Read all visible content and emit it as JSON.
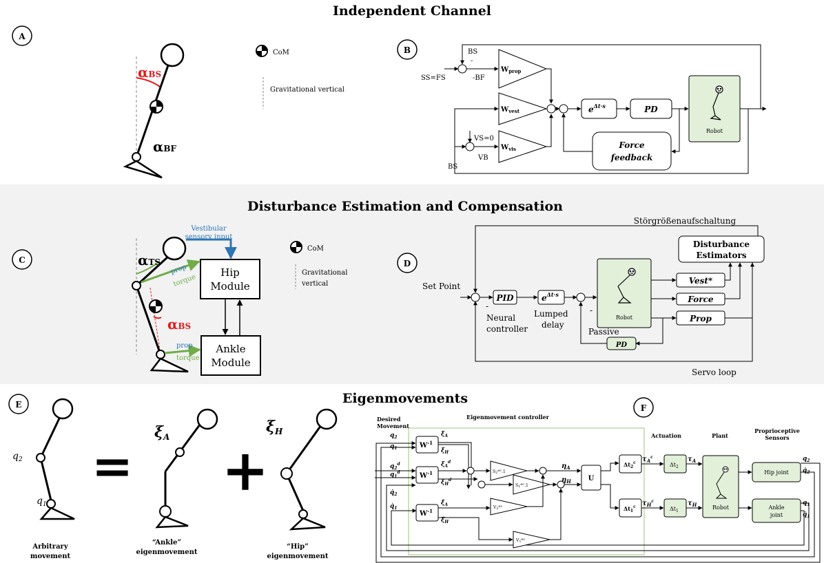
{
  "sections": {
    "top_title": "Independent Channel",
    "mid_title": "Disturbance Estimation and Compensation",
    "bottom_title": "Eigenmovements"
  },
  "panels": {
    "a": "A",
    "b": "B",
    "c": "C",
    "d": "D",
    "e": "E",
    "f": "F"
  },
  "panel_a": {
    "alpha_bs": "α",
    "alpha_bs_sub": "BS",
    "alpha_bf": "α",
    "alpha_bf_sub": "BF",
    "com": "CoM",
    "gravitational_vertical": "Gravitational vertical"
  },
  "panel_b": {
    "bs_top": "BS",
    "minus1": "-",
    "ss_fs": "SS=FS",
    "minus_bf": "-BF",
    "w_prop": "W",
    "w_prop_sub": "prop",
    "w_vest": "W",
    "w_vest_sub": "vest",
    "w_vis": "W",
    "w_vis_sub": "vis",
    "vs": "VS=0",
    "vb": "VB",
    "bs_bottom": "BS",
    "delay": "e",
    "delay_sup": "Δt·s",
    "pd": "PD",
    "force_l1": "Force",
    "force_l2": "feedback",
    "robot": "Robot"
  },
  "panel_c": {
    "alpha_ts": "α",
    "alpha_ts_sub": "TS",
    "alpha_bs": "α",
    "alpha_bs_sub": "BS",
    "vestibular_l1": "Vestibular",
    "vestibular_l2": "sensory input",
    "hip_l1": "Hip",
    "hip_l2": "Module",
    "ankle_l1": "Ankle",
    "ankle_l2": "Module",
    "prop": "prop",
    "torque": "torque",
    "com": "CoM",
    "grav_l1": "Gravitational",
    "grav_l2": "vertical"
  },
  "panel_d": {
    "stoergroesse": "Störgrößenaufschaltung",
    "dist_l1": "Disturbance",
    "dist_l2": "Estimators",
    "set_point": "Set Point",
    "pid": "PID",
    "neural_l1": "Neural",
    "neural_l2": "controller",
    "delay": "e",
    "delay_sup": "Δt·s",
    "lumped_l1": "Lumped",
    "lumped_l2": "delay",
    "minus": "-",
    "robot": "Robot",
    "vest": "Vest*",
    "force": "Force",
    "prop": "Prop",
    "passive": "Passive",
    "pd": "PD",
    "servo": "Servo loop"
  },
  "panel_e": {
    "q2": "q",
    "q2_sub": "2",
    "q1": "q",
    "q1_sub": "1",
    "equals": "=",
    "plus": "+",
    "xi_a": "ξ",
    "xi_a_sub": "A",
    "xi_h": "ξ",
    "xi_h_sub": "H",
    "cap1_l1": "Arbitrary",
    "cap1_l2": "movement",
    "cap2_l1": "“Ankle”",
    "cap2_l2": "eigenmovement",
    "cap3_l1": "“Hip”",
    "cap3_l2": "eigenmovement"
  },
  "panel_f": {
    "desired_l1": "Desired",
    "desired_l2": "Movement",
    "controller": "Eigenmovement controller",
    "actuation": "Actuation",
    "plant": "Plant",
    "proprio_l1": "Proprioceptive",
    "proprio_l2": "Sensors",
    "winv": "W",
    "winv_sup": "-1",
    "u": "U",
    "robot": "Robot",
    "hip_joint": "Hip joint",
    "ankle_l1": "Ankle",
    "ankle_l2": "joint",
    "dt2": "Δt",
    "dt2_sub": "2",
    "dt1": "Δt",
    "dt1_sub": "1",
    "dt2c": "Δt",
    "dt2c_sub": "2",
    "dt2c_sup": "c",
    "dt1c": "Δt",
    "dt1c_sub": "1",
    "dt1c_sup": "c",
    "eta_a": "η",
    "eta_a_sub": "A",
    "eta_h": "η",
    "eta_h_sub": "H",
    "tau_a": "τ",
    "tau_a_sub": "A",
    "tau_h": "τ",
    "tau_h_sub": "H",
    "tau_ac": "τ",
    "tau_ac_sub": "A",
    "tau_ac_sup": "c",
    "tau_hc": "τ",
    "tau_hc_sub": "H",
    "tau_hc_sup": "c",
    "s2": "S",
    "s2_sub": "2",
    "s2_sup": "ec",
    "s2_end": ".1",
    "s1": "S",
    "s1_sub": "1",
    "s1_sup": "ec",
    "s1_end": ".1",
    "v2": "V",
    "v2_sub": "2",
    "v2_sup": "ec",
    "v1": "V",
    "v1_sub": "1",
    "v1_sup": "ec",
    "q2": "q",
    "q2_sub": "2",
    "q1": "q",
    "q1_sub": "1",
    "q2d": "q",
    "q2d_sub": "2",
    "q2d_sup": "d",
    "q1d": "q",
    "q1d_sub": "1",
    "q1d_sup": "d",
    "q2dot": "q̇",
    "q2dot_sub": "2",
    "q1dot": "q̇",
    "q1dot_sub": "1",
    "xi_a": "ξ",
    "xi_a_sub": "A",
    "xi_h": "ξ",
    "xi_h_sub": "H",
    "xi_ad": "ξ",
    "xi_ad_sub": "A",
    "xi_ad_sup": "d",
    "xi_hd": "ξ",
    "xi_hd_sub": "H",
    "xi_hd_sup": "d",
    "xi_adot": "ξ̇",
    "xi_adot_sub": "A",
    "xi_hdot": "ξ̇",
    "xi_hdot_sub": "H"
  },
  "colors": {
    "red": "#e31a1c",
    "blue": "#2e75b6",
    "green": "#70ad47",
    "robot_fill": "#e2efd9",
    "gray_band": "#f2f2f2"
  }
}
